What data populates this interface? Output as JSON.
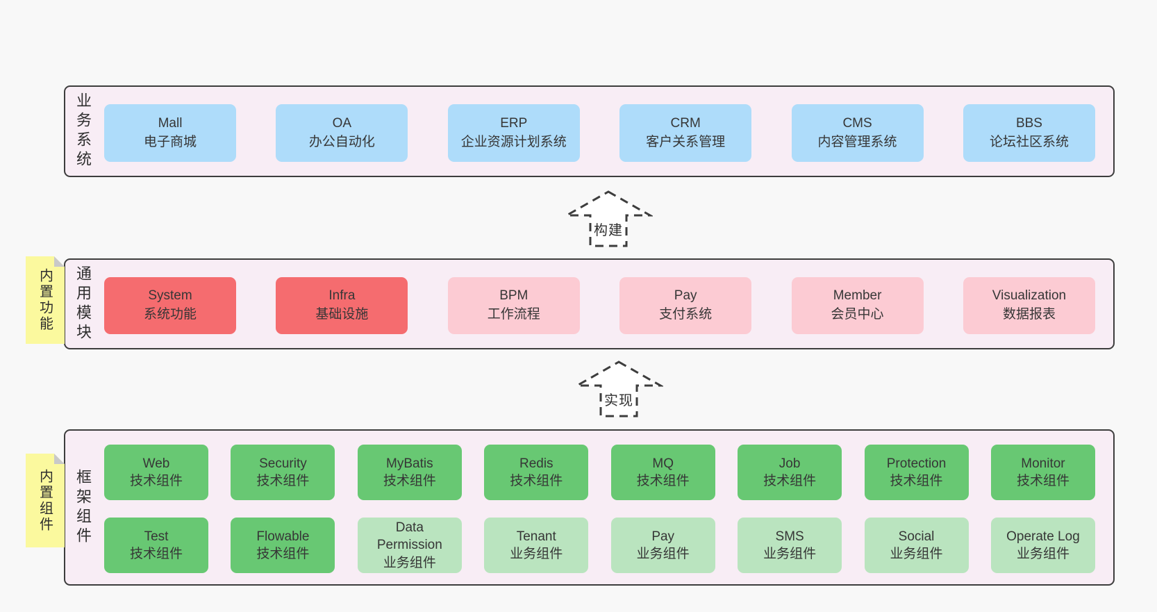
{
  "colors": {
    "pageBg": "#f8f8f8",
    "layerBg": "#f8edf5",
    "ink": "#3d3d3d",
    "text": "#363636",
    "blue": "#aedcfa",
    "red": "#f56c6f",
    "pink": "#fccbd3",
    "greenDark": "#68c873",
    "greenLight": "#bae4bf",
    "yellow": "#fbf99e",
    "fold": "#c9c9c9"
  },
  "layers": {
    "business": {
      "label": "业务系统",
      "boxes": [
        {
          "en": "Mall",
          "zh": "电子商城"
        },
        {
          "en": "OA",
          "zh": "办公自动化"
        },
        {
          "en": "ERP",
          "zh": "企业资源计划系统"
        },
        {
          "en": "CRM",
          "zh": "客户关系管理"
        },
        {
          "en": "CMS",
          "zh": "内容管理系统"
        },
        {
          "en": "BBS",
          "zh": "论坛社区系统"
        }
      ]
    },
    "modules": {
      "label": "通用模块",
      "sticky": "内置功能",
      "boxes": [
        {
          "en": "System",
          "zh": "系统功能"
        },
        {
          "en": "Infra",
          "zh": "基础设施"
        },
        {
          "en": "BPM",
          "zh": "工作流程"
        },
        {
          "en": "Pay",
          "zh": "支付系统"
        },
        {
          "en": "Member",
          "zh": "会员中心"
        },
        {
          "en": "Visualization",
          "zh": "数据报表"
        }
      ]
    },
    "components": {
      "label": "框架组件",
      "sticky": "内置组件",
      "row1": [
        {
          "en": "Web",
          "zh": "技术组件"
        },
        {
          "en": "Security",
          "zh": "技术组件"
        },
        {
          "en": "MyBatis",
          "zh": "技术组件"
        },
        {
          "en": "Redis",
          "zh": "技术组件"
        },
        {
          "en": "MQ",
          "zh": "技术组件"
        },
        {
          "en": "Job",
          "zh": "技术组件"
        },
        {
          "en": "Protection",
          "zh": "技术组件"
        },
        {
          "en": "Monitor",
          "zh": "技术组件"
        }
      ],
      "row2": [
        {
          "en": "Test",
          "zh": "技术组件"
        },
        {
          "en": "Flowable",
          "zh": "技术组件"
        },
        {
          "en": "Data Permission",
          "zh": "业务组件"
        },
        {
          "en": "Tenant",
          "zh": "业务组件"
        },
        {
          "en": "Pay",
          "zh": "业务组件"
        },
        {
          "en": "SMS",
          "zh": "业务组件"
        },
        {
          "en": "Social",
          "zh": "业务组件"
        },
        {
          "en": "Operate Log",
          "zh": "业务组件"
        }
      ]
    }
  },
  "arrows": [
    {
      "label": "构建"
    },
    {
      "label": "实现"
    }
  ]
}
